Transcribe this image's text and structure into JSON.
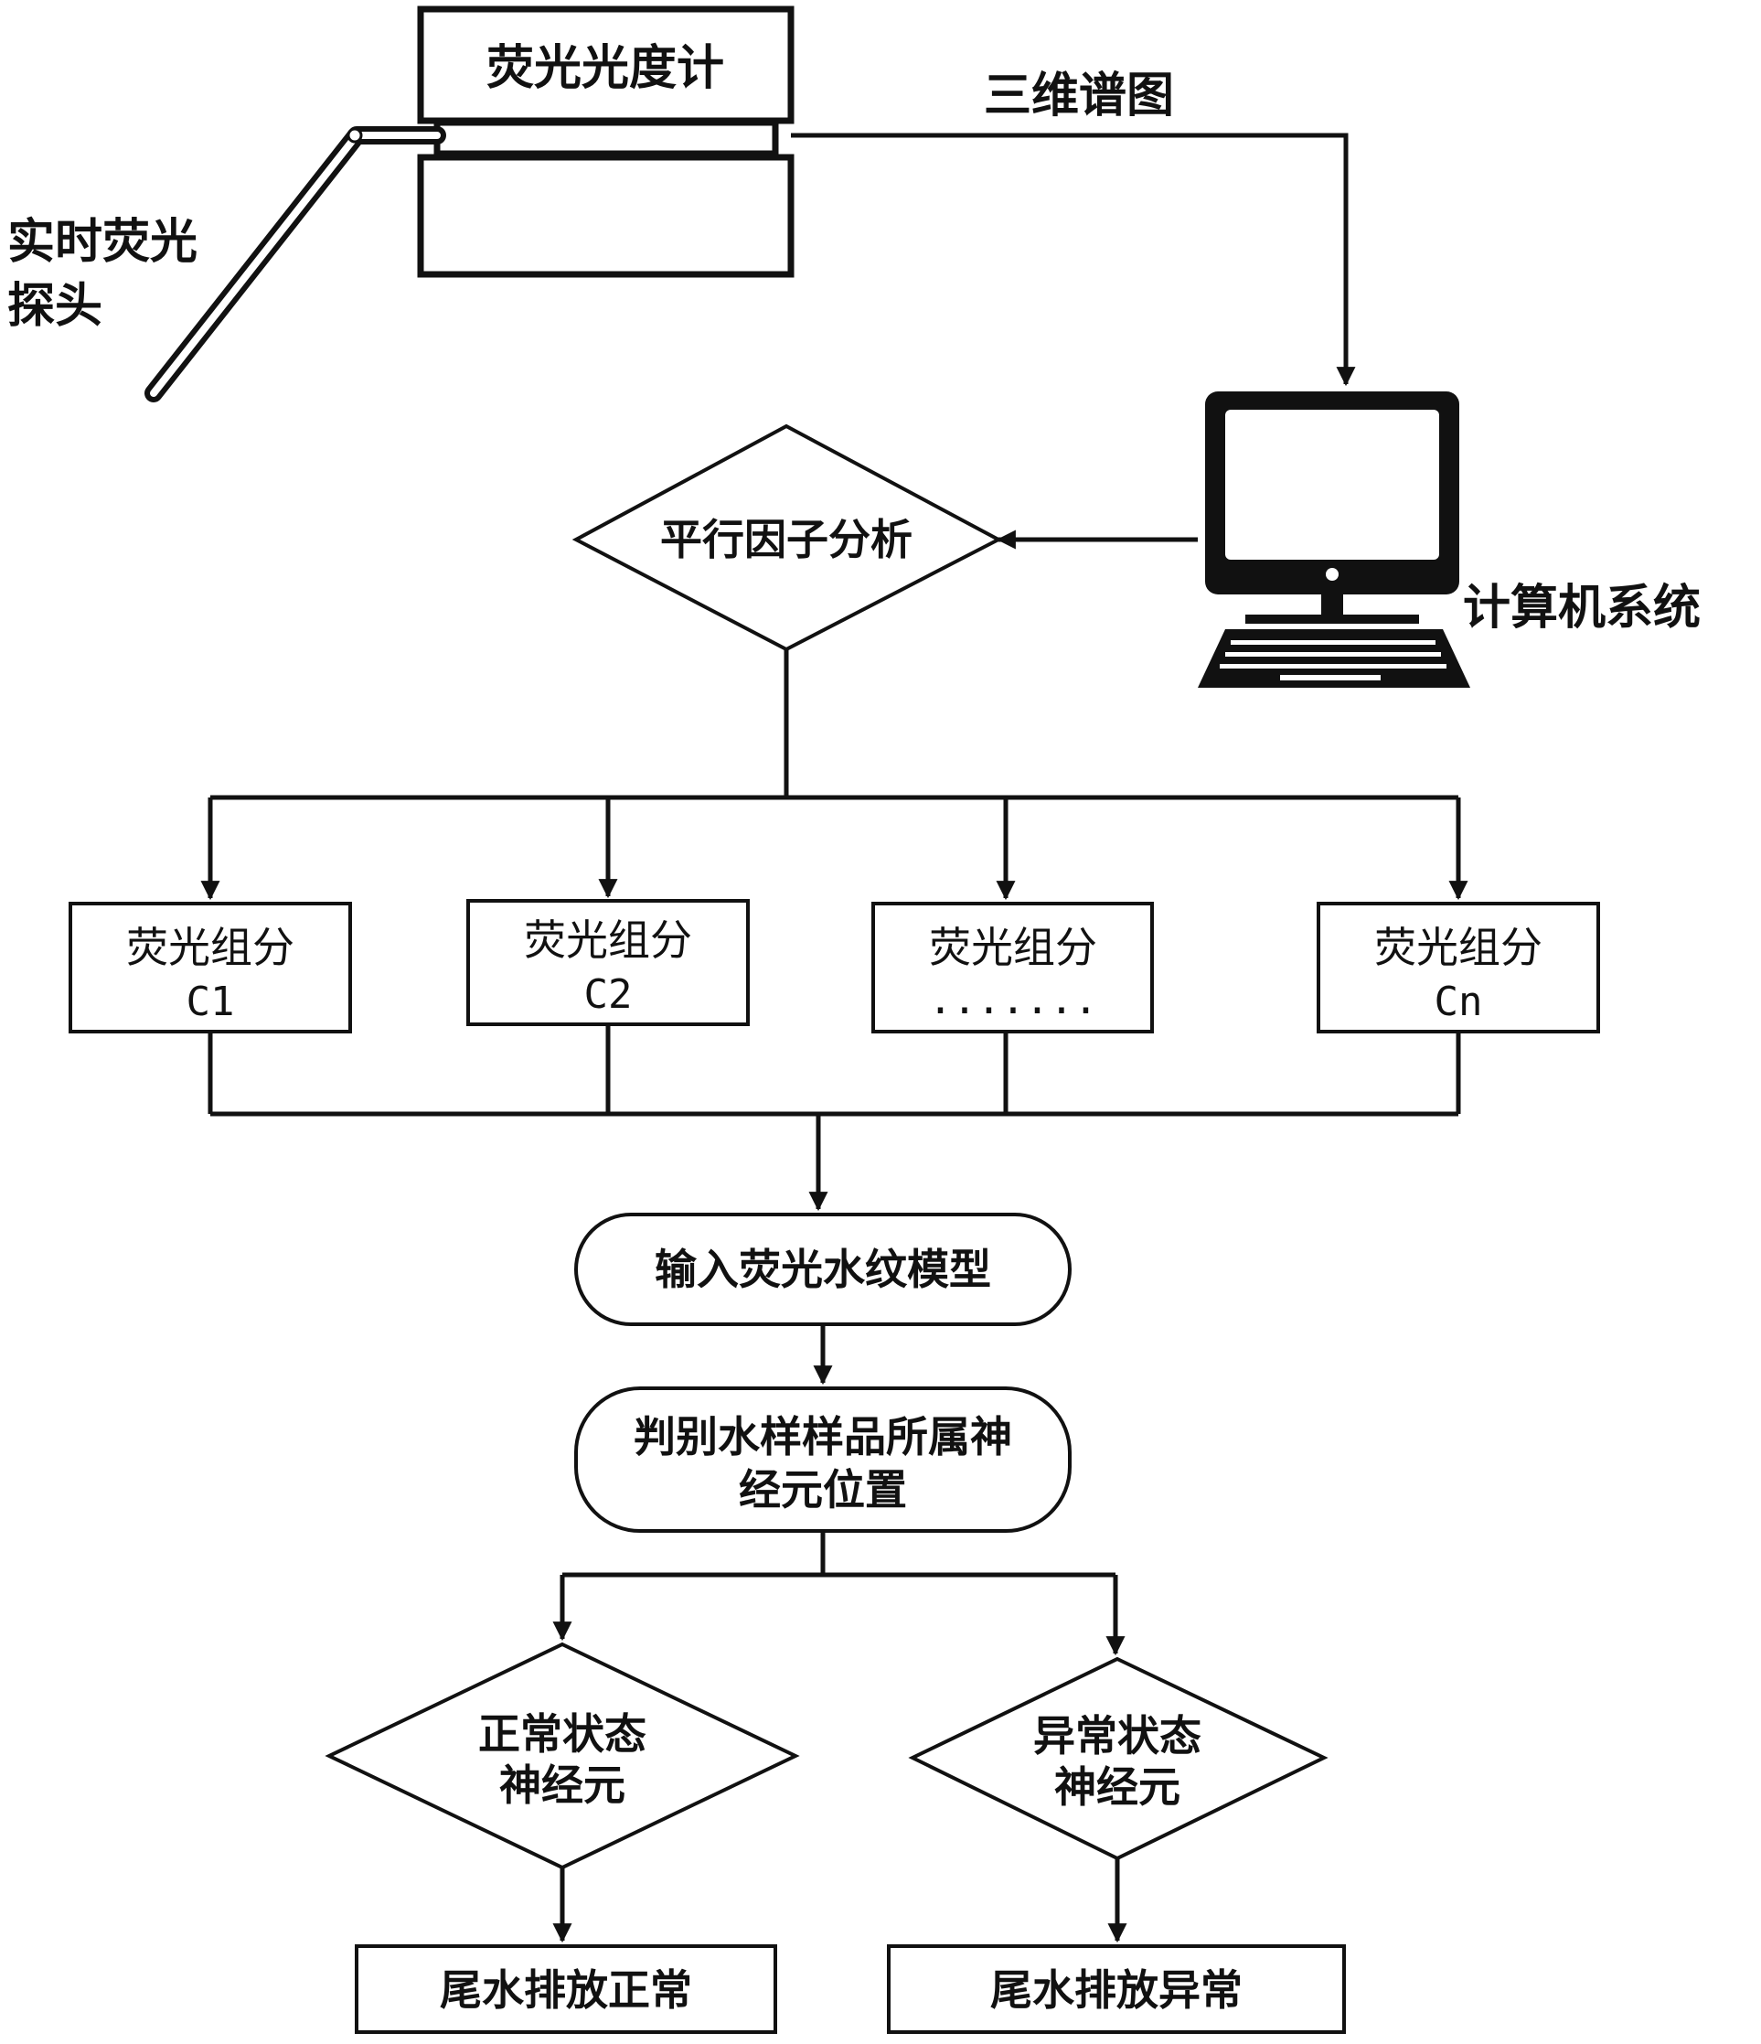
{
  "diagram": {
    "instrument": {
      "label": "荧光光度计"
    },
    "probe": {
      "line1": "实时荧光",
      "line2": "探头"
    },
    "spectrum_link": {
      "label": "三维谱图"
    },
    "computer": {
      "label": "计算机系统"
    },
    "parafac": {
      "label": "平行因子分析"
    },
    "components": [
      {
        "line1": "荧光组分",
        "line2": "C1"
      },
      {
        "line1": "荧光组分",
        "line2": "C2"
      },
      {
        "line1": "荧光组分",
        "line2": "......."
      },
      {
        "line1": "荧光组分",
        "line2": "Cn"
      }
    ],
    "model_input": {
      "label": "输入荧光水纹模型"
    },
    "classify": {
      "line1": "判别水样样品所属神",
      "line2": "经元位置"
    },
    "normal_neuron": {
      "line1": "正常状态",
      "line2": "神经元"
    },
    "abnormal_neuron": {
      "line1": "异常状态",
      "line2": "神经元"
    },
    "normal_result": {
      "label": "尾水排放正常"
    },
    "abnormal_result": {
      "label": "尾水排放异常"
    }
  }
}
